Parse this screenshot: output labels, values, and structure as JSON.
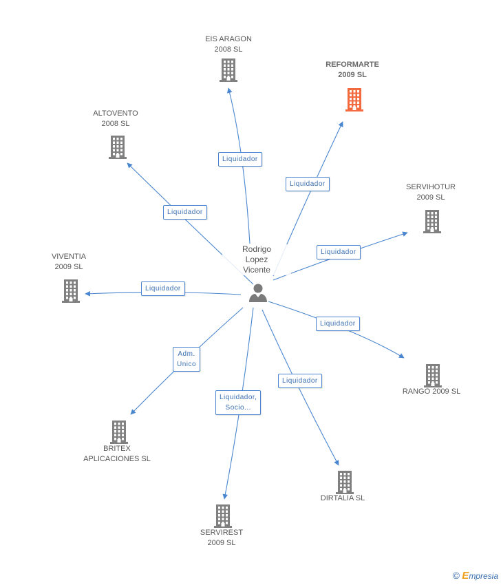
{
  "colors": {
    "edge": "#4a86cf",
    "company_icon": "#808080",
    "company_icon_highlight": "#f26a3d",
    "person_icon": "#7a7a7a"
  },
  "center": {
    "name_lines": [
      "Rodrigo",
      "Lopez",
      "Vicente"
    ],
    "icon": "person-icon"
  },
  "companies": [
    {
      "id": "eis-aragon",
      "lines": [
        "EIS ARAGON",
        "2008 SL"
      ],
      "highlight": false,
      "icon": "building-icon"
    },
    {
      "id": "reformarte",
      "lines": [
        "REFORMARTE",
        "2009 SL"
      ],
      "highlight": true,
      "icon": "building-icon"
    },
    {
      "id": "altovento",
      "lines": [
        "ALTOVENTO",
        "2008 SL"
      ],
      "highlight": false,
      "icon": "building-icon"
    },
    {
      "id": "servihotur",
      "lines": [
        "SERVIHOTUR",
        "2009 SL"
      ],
      "highlight": false,
      "icon": "building-icon"
    },
    {
      "id": "viventia",
      "lines": [
        "VIVENTIA",
        "2009 SL"
      ],
      "highlight": false,
      "icon": "building-icon"
    },
    {
      "id": "rango",
      "lines": [
        "RANGO 2009 SL"
      ],
      "highlight": false,
      "icon": "building-icon"
    },
    {
      "id": "britex",
      "lines": [
        "BRITEX",
        "APLICACIONES SL"
      ],
      "highlight": false,
      "icon": "building-icon"
    },
    {
      "id": "dirtalia",
      "lines": [
        "DIRTALIA SL"
      ],
      "highlight": false,
      "icon": "building-icon"
    },
    {
      "id": "servirest",
      "lines": [
        "SERVIREST",
        "2009 SL"
      ],
      "highlight": false,
      "icon": "building-icon"
    }
  ],
  "relations": [
    {
      "to": "eis-aragon",
      "lines": [
        "Liquidador"
      ]
    },
    {
      "to": "reformarte",
      "lines": [
        "Liquidador"
      ]
    },
    {
      "to": "altovento",
      "lines": [
        "Liquidador"
      ]
    },
    {
      "to": "servihotur",
      "lines": [
        "Liquidador"
      ]
    },
    {
      "to": "viventia",
      "lines": [
        "Liquidador"
      ]
    },
    {
      "to": "rango",
      "lines": [
        "Liquidador"
      ]
    },
    {
      "to": "britex",
      "lines": [
        "Adm.",
        "Unico"
      ]
    },
    {
      "to": "dirtalia",
      "lines": [
        "Liquidador"
      ]
    },
    {
      "to": "servirest",
      "lines": [
        "Liquidador,",
        "Socio..."
      ]
    }
  ],
  "footer": {
    "copyright": "©",
    "brand_initial": "E",
    "brand_rest": "mpresia"
  }
}
